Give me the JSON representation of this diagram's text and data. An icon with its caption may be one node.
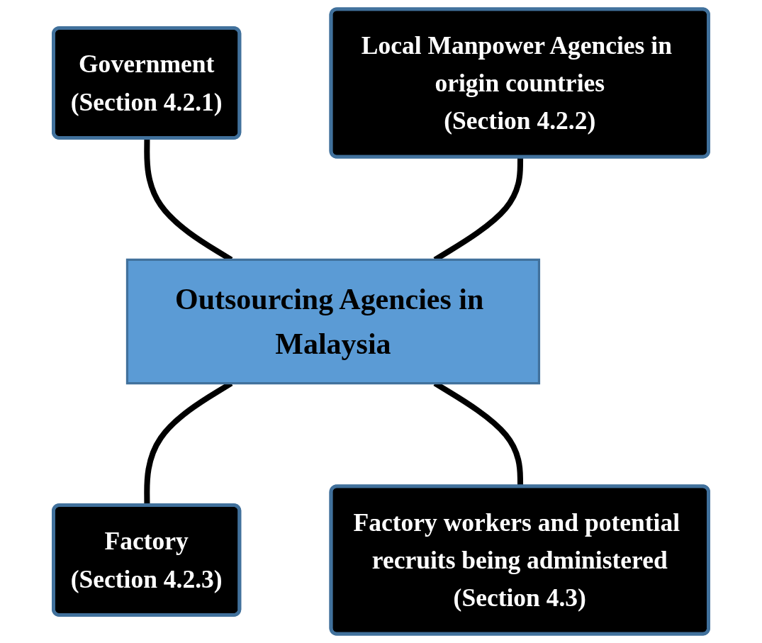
{
  "diagram": {
    "nodes": [
      {
        "text": [
          "Government",
          "(Section 4.2.1)"
        ]
      },
      {
        "text": [
          "Local Manpower Agencies in origin countries",
          "(Section 4.2.2)"
        ]
      },
      {
        "text": [
          "Outsourcing Agencies in Malaysia"
        ]
      },
      {
        "text": [
          "Factory",
          "(Section 4.2.3)"
        ]
      },
      {
        "text": [
          "Factory workers and potential recruits being administered",
          "(Section 4.3)"
        ]
      }
    ],
    "edges": [
      {
        "from": 0,
        "to": 2,
        "arrow": "none"
      },
      {
        "from": 1,
        "to": 2,
        "arrow": "none"
      },
      {
        "from": 2,
        "to": 3,
        "arrow": "none"
      },
      {
        "from": 2,
        "to": 4,
        "arrow": "none"
      }
    ]
  }
}
